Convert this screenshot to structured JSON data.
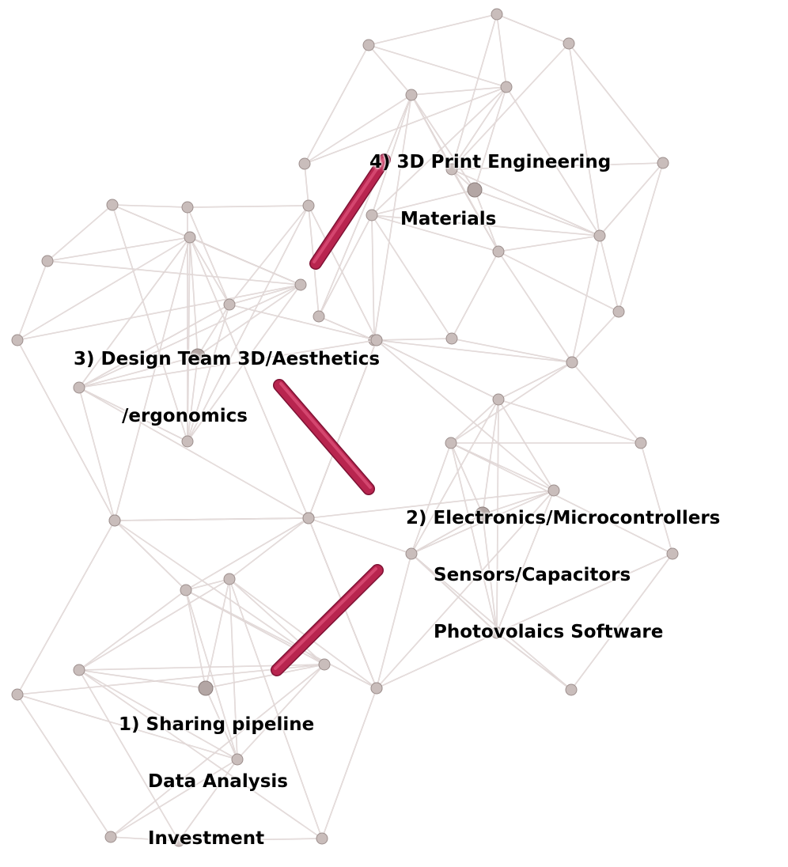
{
  "labels": {
    "stage4": [
      "4) 3D Print Engineering",
      "Materials"
    ],
    "stage3": [
      "3) Design Team 3D/Aesthetics",
      "/ergonomics"
    ],
    "stage2": [
      "2) Electronics/Microcontrollers",
      "Sensors/Capacitors",
      "Photovolaics Software"
    ],
    "stage1": [
      "1) Sharing pipeline",
      "Data Analysis",
      "Investment"
    ]
  },
  "colors": {
    "strut": "#d7cccb",
    "node": "#c9bdbb",
    "connector": "#b8254f",
    "connector_highlight": "#e0557d"
  }
}
